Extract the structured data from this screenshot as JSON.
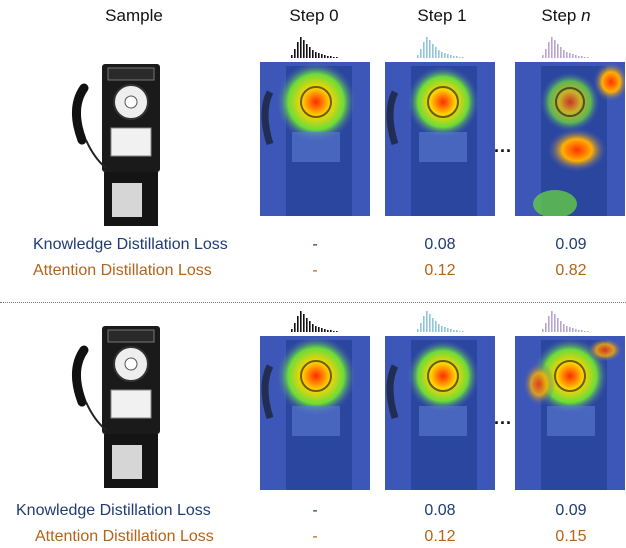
{
  "headers": {
    "sample": "Sample",
    "step0": "Step 0",
    "step1": "Step 1",
    "stepn_prefix": "Step ",
    "stepn_var": "n"
  },
  "ellipsis": "...",
  "rows": [
    {
      "kd_label": "Knowledge Distillation Loss",
      "ad_label": "Attention Distillation Loss",
      "kd_values": [
        "-",
        "0.08",
        "0.09"
      ],
      "ad_values": [
        "-",
        "0.12",
        "0.82"
      ]
    },
    {
      "kd_label": "Knowledge Distillation Loss",
      "ad_label": "Attention Distillation Loss",
      "kd_values": [
        "-",
        "0.08",
        "0.09"
      ],
      "ad_values": [
        "-",
        "0.12",
        "0.15"
      ]
    }
  ],
  "colors": {
    "kd_text": "#1f3b73",
    "ad_text": "#b4631a",
    "hist_step0": "#111111",
    "hist_step1": "#8cc6d8",
    "hist_stepn": "#b7a6cf",
    "heat_bg": "#3d57b8"
  },
  "icons": [
    "payphone-photo",
    "attention-heatmap",
    "histogram"
  ]
}
